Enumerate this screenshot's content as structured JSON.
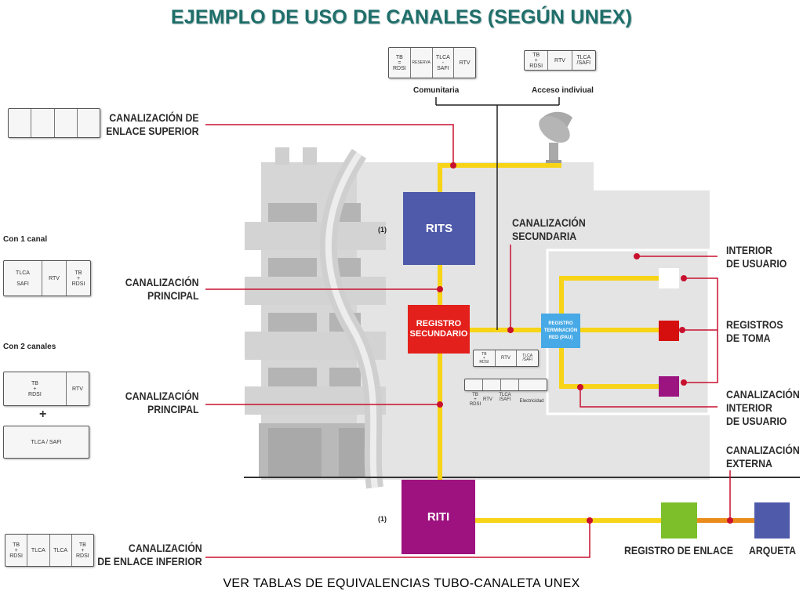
{
  "title": "EJEMPLO DE USO DE CANALES (SEGÚN UNEX)",
  "caption": "VER TABLAS DE EQUIVALENCIAS TUBO-CANALETA UNEX",
  "labels": {
    "enlace_superior": [
      "CANALIZACIÓN DE",
      "ENLACE SUPERIOR"
    ],
    "principal_1": [
      "CANALIZACIÓN",
      "PRINCIPAL"
    ],
    "principal_2": [
      "CANALIZACIÓN",
      "PRINCIPAL"
    ],
    "enlace_inferior": [
      "CANALIZACIÓN",
      "DE ENLACE INFERIOR"
    ],
    "secundaria": [
      "CANALIZACIÓN",
      "SECUNDARIA"
    ],
    "interior_usuario": [
      "INTERIOR",
      "DE USUARIO"
    ],
    "registros_toma": [
      "REGISTROS",
      "DE TOMA"
    ],
    "canal_interior_usuario": [
      "CANALIZACIÓN",
      "INTERIOR",
      "DE USUARIO"
    ],
    "canal_externa": [
      "CANALIZACIÓN",
      "EXTERNA"
    ],
    "registro_enlace": "REGISTRO DE ENLACE",
    "arqueta": "ARQUETA",
    "comunitaria": "Comunitaria",
    "acceso_individual": "Acceso indiviual",
    "con_1_canal": "Con 1 canal",
    "con_2_canales": "Con 2 canales",
    "ref_1a": "(1)",
    "ref_1b": "(1)",
    "plus": "+"
  },
  "boxes": {
    "rits": "RITS",
    "riti": "RITI",
    "registro_secundario": [
      "REGISTRO",
      "SECUNDARIO"
    ],
    "pau": [
      "REGISTRO",
      "TERMINACIÓN",
      "RED (PAU)"
    ]
  },
  "ducts": {
    "top_comunitaria": [
      "TB\n=\nRDSI",
      "RESERVA",
      "TLCA\n-\nSAFI",
      "RTV"
    ],
    "top_individual": [
      "TB\n+\nRDSI",
      "RTV",
      "TLCA\n/SAFI"
    ],
    "one_channel": [
      "TLCA\n\nSAFI",
      "RTV",
      "TB\n+\nRDSI"
    ],
    "two_channels_a": [
      "TB\n+\nRDSI",
      "RTV"
    ],
    "two_channels_b": [
      "TLCA / SAFI"
    ],
    "enlace_inferior": [
      "TB\n+\nRDSI",
      "TLCA",
      "TLCA",
      "TB\n+\nRDSI"
    ],
    "center_upper": [
      "TB\n+\nRDSI",
      "RTV",
      "TLCA\n/SAFI"
    ],
    "center_lower": [
      "TB\n+\nRDSI",
      "RTV",
      "TLCA\n/SAFI",
      "Electricidad"
    ]
  },
  "colors": {
    "title": "#1f6e6a",
    "duct_yellow": "#f7d417",
    "pointer_red": "#c8102e",
    "rits_blue": "#4f5aab",
    "riti_purple": "#9e127f",
    "registro_red": "#e3201b",
    "pau_blue": "#47a9e6",
    "enlace_green": "#7cbf2a",
    "arqueta_blue": "#4f5aab",
    "externa_orange": "#ea8c1c",
    "toma_white": "#ffffff",
    "toma_red": "#d50e0e",
    "toma_purple": "#9b1480"
  }
}
